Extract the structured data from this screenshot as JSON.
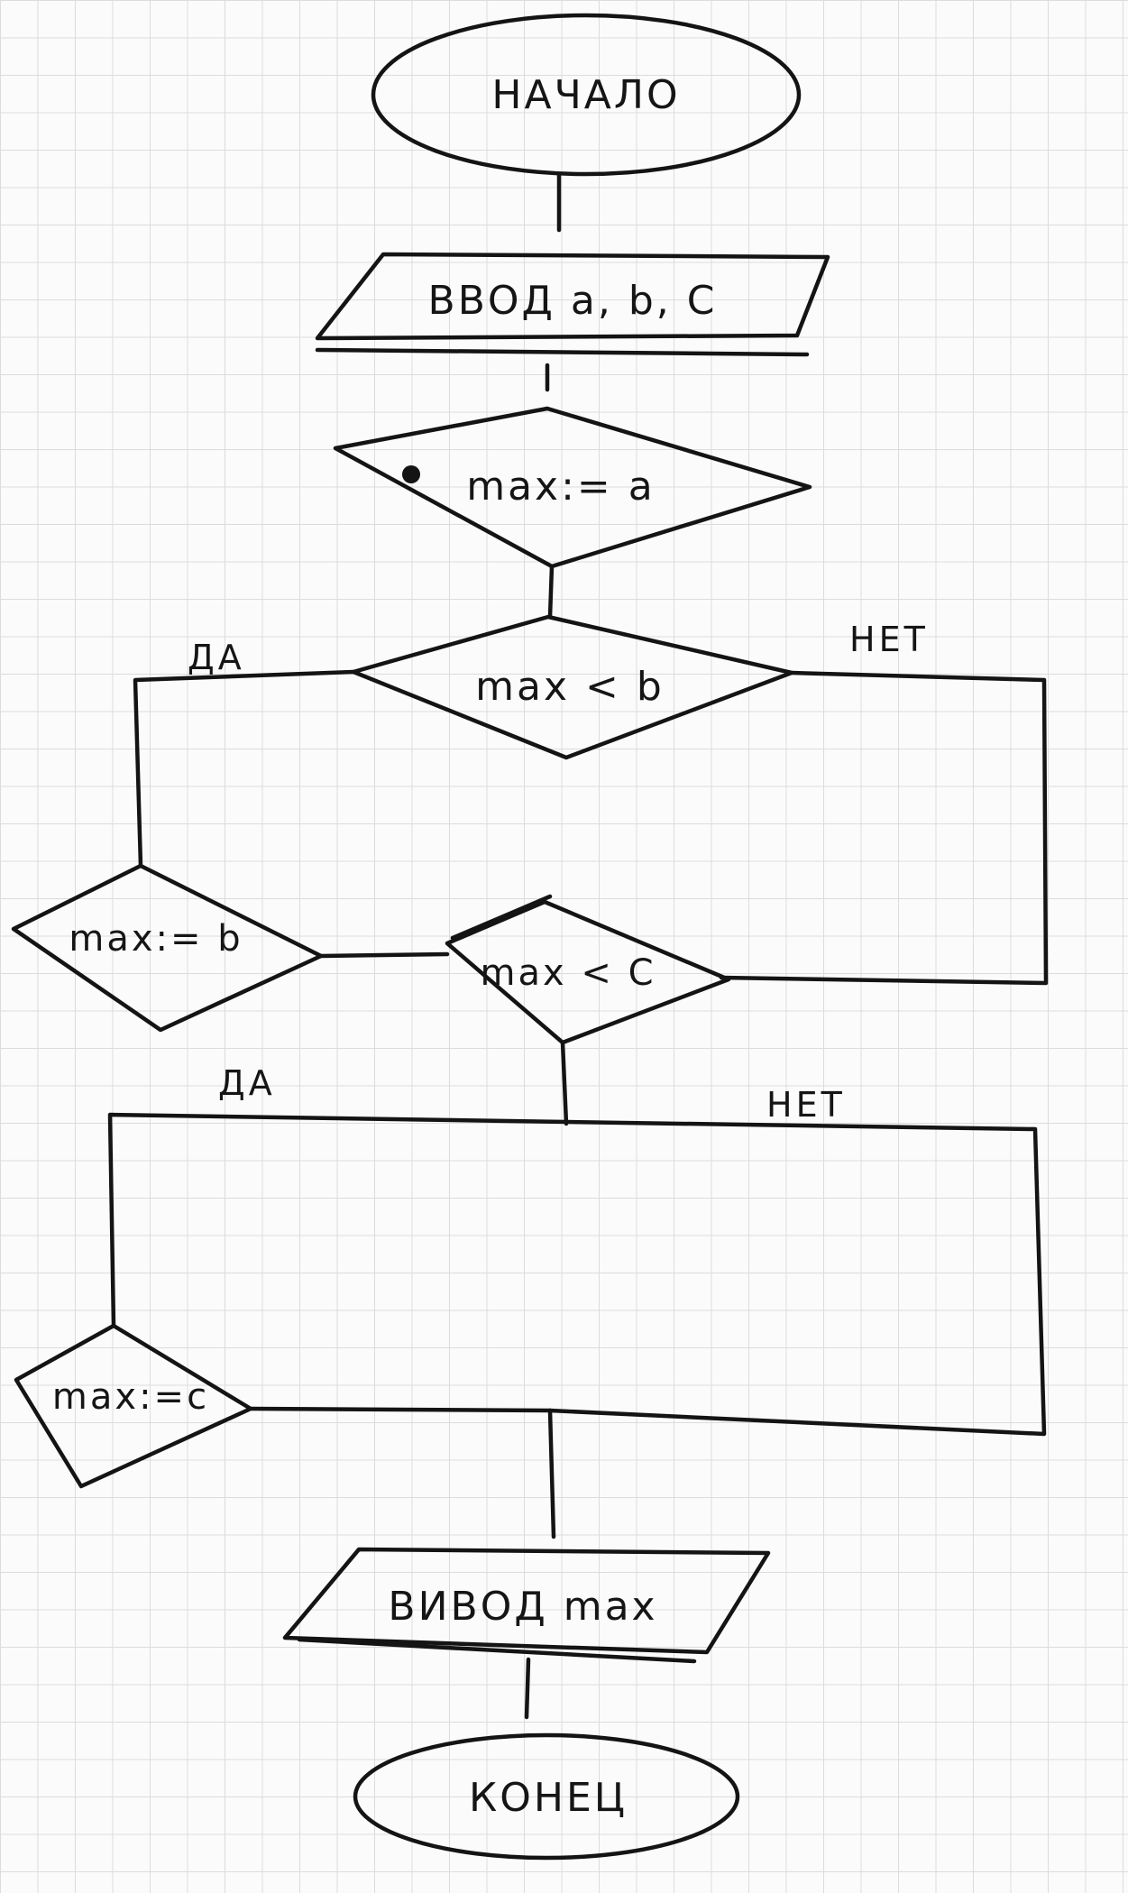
{
  "flowchart": {
    "start": "НАЧАЛО",
    "input": "ВВОД a, b, C",
    "init": "max:= a",
    "cond1": "max < b",
    "cond1_yes": "ДА",
    "cond1_no": "НЕТ",
    "assign_b": "max:= b",
    "cond2": "max < C",
    "cond2_yes": "ДА",
    "cond2_no": "НЕТ",
    "assign_c": "max:=c",
    "output": "ВИВОД max",
    "end": "КОНЕЦ"
  },
  "colors": {
    "ink": "#141414",
    "paper": "#fbfbfb",
    "grid": "#dcdcdc"
  }
}
